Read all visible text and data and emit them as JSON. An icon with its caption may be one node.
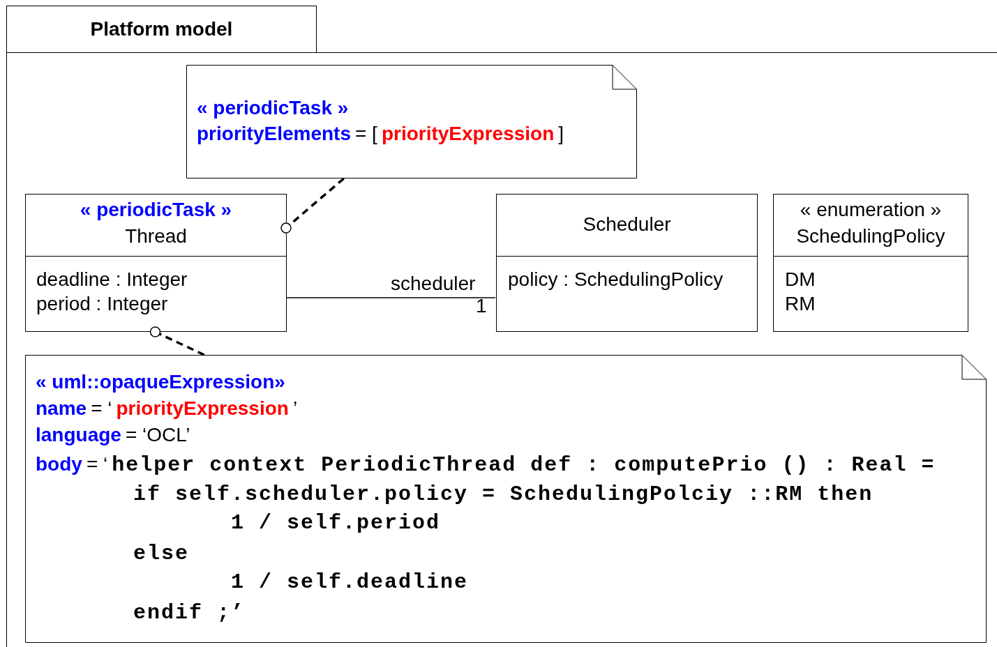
{
  "diagram": {
    "nodes": [
      {
        "text": [
          "Platform model"
        ]
      },
      {
        "text": [
          "« periodicTask »",
          "priorityElements",
          "= [",
          "priorityExpression",
          "]"
        ],
        "in": 0
      },
      {
        "text": [
          "« periodicTask »",
          "Thread",
          "deadline : Integer",
          "period : Integer"
        ],
        "in": 0
      },
      {
        "text": [
          "Scheduler",
          "policy : SchedulingPolicy"
        ],
        "in": 0
      },
      {
        "text": [
          "« enumeration »",
          "SchedulingPolicy",
          "DM",
          "RM"
        ],
        "in": 0
      },
      {
        "text": [
          "« uml::opaqueExpression»",
          "name",
          "= ‘",
          "priorityExpression",
          "’",
          "language",
          "= ‘OCL’",
          "body",
          "= ‘",
          "helper context PeriodicThread def : computePrio () : Real =",
          "if self.scheduler.policy = SchedulingPolciy ::RM then",
          "1 / self.period",
          "else",
          "1 / self.deadline",
          "endif ;’"
        ],
        "in": 0
      }
    ],
    "edges": [
      {
        "from": 1,
        "to": 2,
        "arrow": "other",
        "style": "dashed"
      },
      {
        "from": 2,
        "to": 3,
        "arrow": "none",
        "label": "scheduler"
      },
      {
        "from": 5,
        "to": 2,
        "arrow": "other",
        "style": "dashed"
      }
    ],
    "labels": [
      "1"
    ]
  }
}
